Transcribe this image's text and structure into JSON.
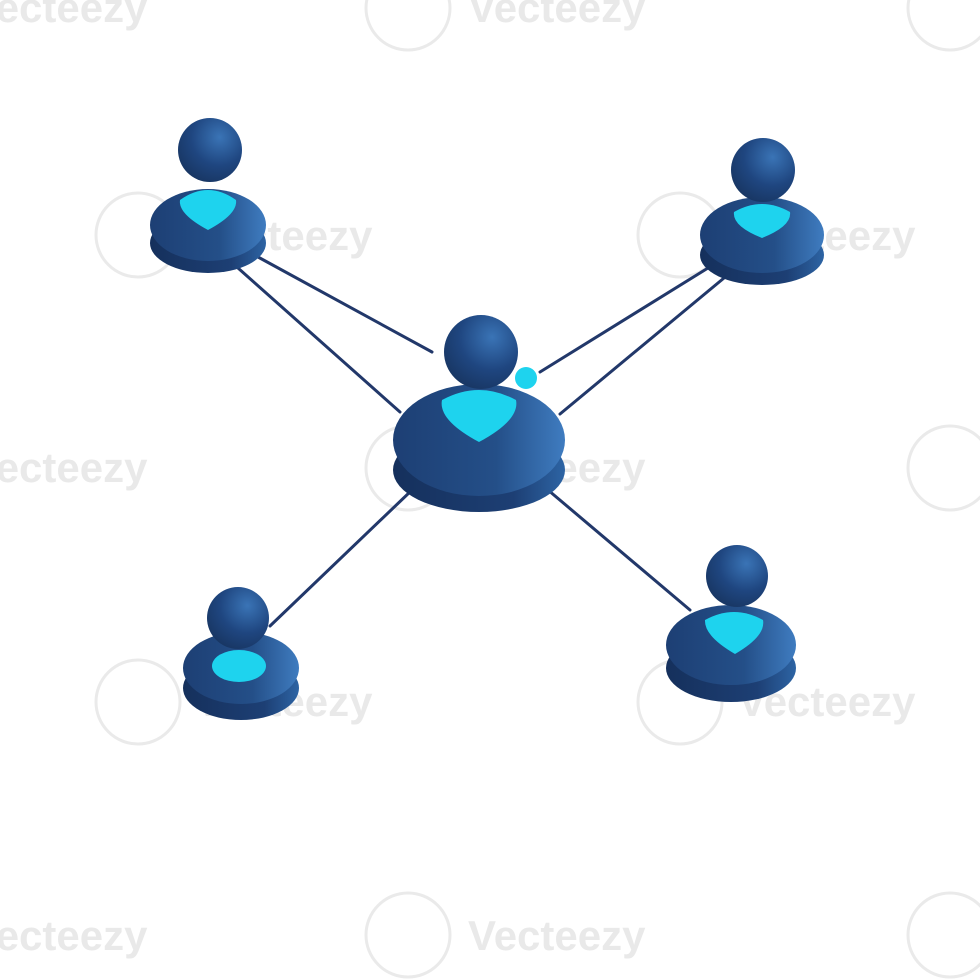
{
  "diagram": {
    "type": "network",
    "colors": {
      "node_dark": "#1d3f74",
      "node_mid": "#2a5a96",
      "node_light": "#3f7cc0",
      "accent": "#1ed3ee",
      "connector": "#22386a",
      "background": "#ffffff"
    },
    "nodes": [
      {
        "id": "center-user",
        "role": "hub",
        "icon": "user-icon"
      },
      {
        "id": "top-left-user",
        "role": "peer",
        "icon": "user-icon"
      },
      {
        "id": "top-right-user",
        "role": "peer",
        "icon": "user-icon"
      },
      {
        "id": "bottom-left-user",
        "role": "peer",
        "icon": "user-icon"
      },
      {
        "id": "bottom-right-user",
        "role": "peer",
        "icon": "user-icon"
      }
    ],
    "edges": [
      {
        "from": "center-user",
        "to": "top-left-user",
        "count": 2
      },
      {
        "from": "center-user",
        "to": "top-right-user",
        "count": 2
      },
      {
        "from": "center-user",
        "to": "bottom-left-user",
        "count": 1
      },
      {
        "from": "center-user",
        "to": "bottom-right-user",
        "count": 1
      }
    ]
  },
  "watermark": {
    "text": "Vecteezy"
  }
}
